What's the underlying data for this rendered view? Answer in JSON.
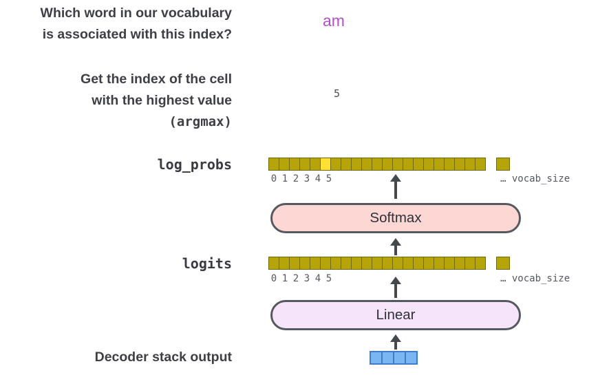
{
  "diagram": {
    "question_word": {
      "line1": "Which word in our vocabulary",
      "line2": "is associated with this index?"
    },
    "answer_word": "am",
    "question_index": {
      "line1": "Get the index of the cell",
      "line2": "with the highest value",
      "line3": "(argmax)"
    },
    "answer_index": "5",
    "log_probs": {
      "label": "log_probs",
      "indices": [
        "0",
        "1",
        "2",
        "3",
        "4",
        "5"
      ],
      "vocab_label": "… vocab_size",
      "cells": {
        "count": 21,
        "highlight": 5,
        "tail_count": 1
      }
    },
    "logits": {
      "label": "logits",
      "indices": [
        "0",
        "1",
        "2",
        "3",
        "4",
        "5"
      ],
      "vocab_label": "… vocab_size",
      "cells": {
        "count": 21,
        "highlight": null,
        "tail_count": 1
      }
    },
    "blocks": {
      "softmax": "Softmax",
      "linear": "Linear"
    },
    "decoder": {
      "label": "Decoder stack output",
      "cells": {
        "count": 4
      }
    }
  },
  "colors": {
    "text": "#3e3f44",
    "answer": "#b44fc7",
    "cell_fill": "#b5a50a",
    "cell_border": "#6f6800",
    "cell_highlight": "#ffe135",
    "softmax_fill": "#fcd7d4",
    "linear_fill": "#f5e4fa",
    "block_border": "#55595f",
    "arrow": "#45484d",
    "blue_cell_fill": "#79b6f2",
    "blue_cell_border": "#3e7cc7"
  }
}
